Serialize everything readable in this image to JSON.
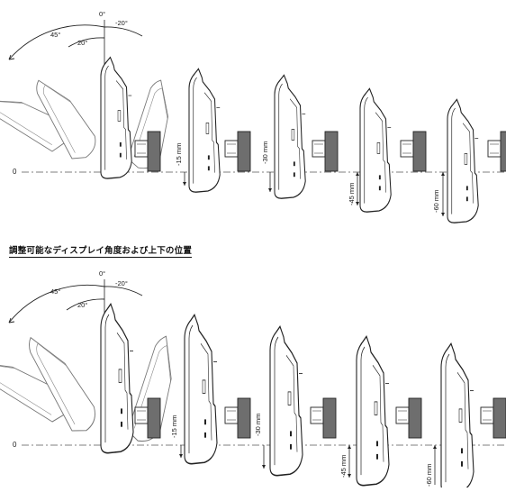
{
  "top_panel": {
    "angle_labels": {
      "zero": "0°",
      "neg20": "-20°",
      "pos45": "45°",
      "pos20": "20°"
    },
    "baseline_label": "0",
    "offset_labels": [
      "-15 mm",
      "-30 mm",
      "-45 mm",
      "-60 mm"
    ]
  },
  "section_title": "調整可能なディスプレイ角度および上下の位置",
  "bottom_panel": {
    "angle_labels": {
      "zero": "0°",
      "neg20": "-20°",
      "pos45": "45°",
      "pos20": "20°"
    },
    "baseline_label": "0",
    "offset_labels": [
      "-15 mm",
      "-30 mm",
      "-45 mm",
      "-60 mm"
    ]
  },
  "colors": {
    "line": "#222222",
    "stand_fill": "#6e6e6e",
    "dash": "#555555",
    "ghost": "#888888"
  }
}
